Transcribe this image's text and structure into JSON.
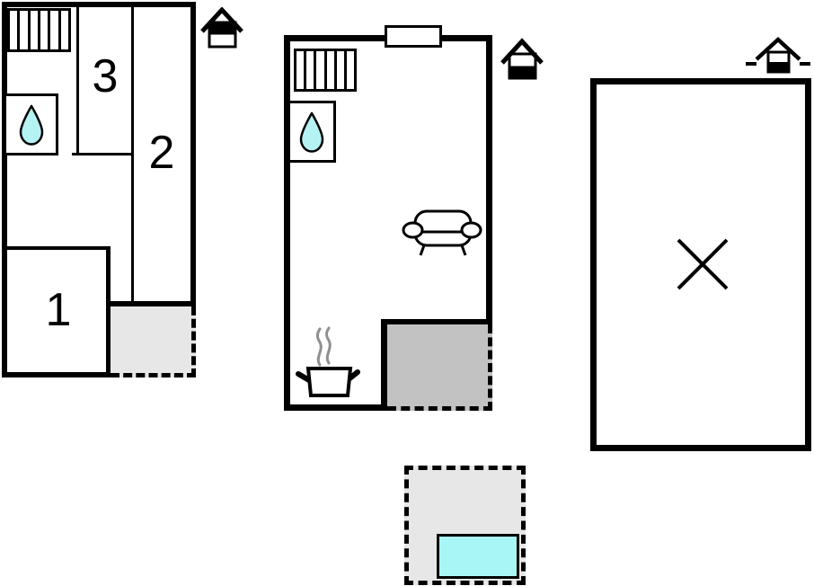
{
  "rooms": {
    "room1": "1",
    "room2": "2",
    "room3": "3"
  },
  "colors": {
    "background": "#ffffff",
    "wall": "#000000",
    "water": "#b5f2f4",
    "pool_water": "#a9f6f6",
    "terrace_light": "#e7e7e7",
    "terrace_dark": "#c2c2c2",
    "steam": "#8f8f8f"
  },
  "icons": {
    "house_marker_left": "house-top-half-filled",
    "house_marker_middle": "house-bottom-half-filled",
    "house_marker_right": "house-bottom-half-filled-with-dashes",
    "water_drop": "water-drop",
    "radiator": "radiator-6-sections",
    "sofa": "sofa-top-view",
    "cooking_pot": "cooking-pot-with-steam",
    "cross": "diagonal-cross"
  }
}
